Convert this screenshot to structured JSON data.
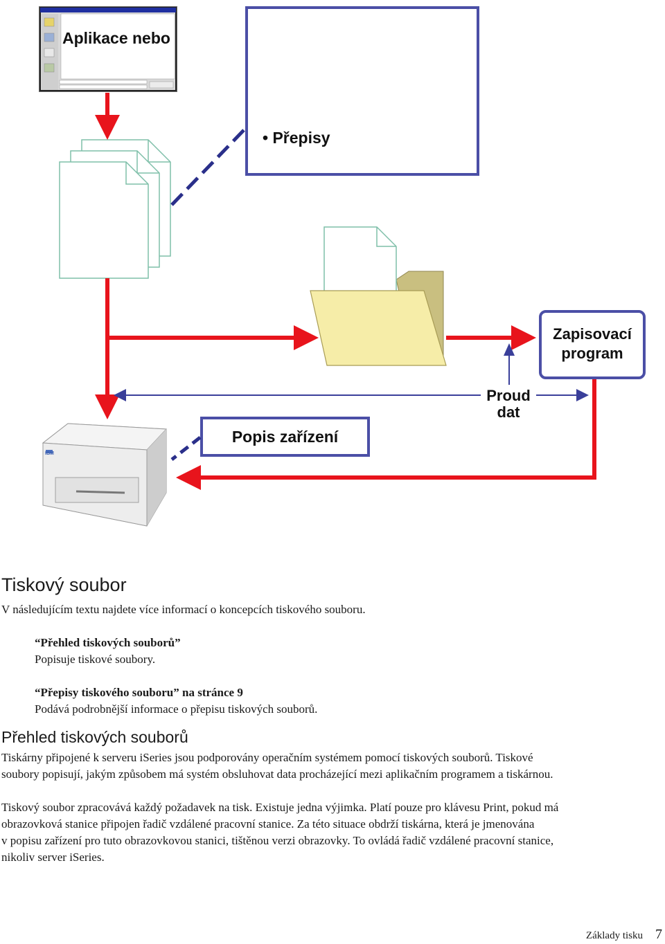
{
  "diagram": {
    "app_window_label": "Aplikace nebo",
    "overrides_label": "• Přepisy",
    "writer_program_label": [
      "Zapisovací",
      "program"
    ],
    "data_stream_label": [
      "Proud",
      "dat"
    ],
    "device_description_label": "Popis zařízení",
    "printer_badge": "IBM",
    "colors": {
      "arrow_red": "#e8141c",
      "box_border": "#4b4fa6",
      "dashed_line": "#2a2f8a",
      "folder": "#f6eda8"
    }
  },
  "section": {
    "heading": "Tiskový soubor",
    "intro": "V  následujícím textu najdete více informací o  koncepcích tiskového souboru.",
    "links": [
      {
        "title": "“Přehled tiskových souborů”",
        "description": "Popisuje tiskové soubory."
      },
      {
        "title": "“Přepisy tiskového souboru” na  stránce 9",
        "description": "Podává podrobnější informace o  přepisu tiskových souborů."
      }
    ]
  },
  "subsection": {
    "heading": "Přehled tiskových souborů",
    "para1": [
      "Tiskárny připojené k  serveru iSeries jsou podporovány operačním systémem pomocí tiskových souborů. Tiskové",
      "soubory popisují, jakým způsobem má systém obsluhovat data procházející mezi aplikačním programem a  tiskárnou."
    ],
    "para2": [
      "Tiskový soubor zpracovává každý požadavek na tisk. Existuje jedna výjimka. Platí pouze pro klávesu Print, pokud má",
      "obrazovková stanice připojen řadič vzdálené pracovní stanice. Za této situace obdrží tiskárna, která je jmenována",
      "v  popisu zařízení pro tuto obrazovkovou stanici, tištěnou verzi obrazovky. To ovládá řadič vzdálené pracovní stanice,",
      "nikoliv server iSeries."
    ]
  },
  "footer": {
    "section_name": "Základy tisku",
    "page_number": "7"
  }
}
